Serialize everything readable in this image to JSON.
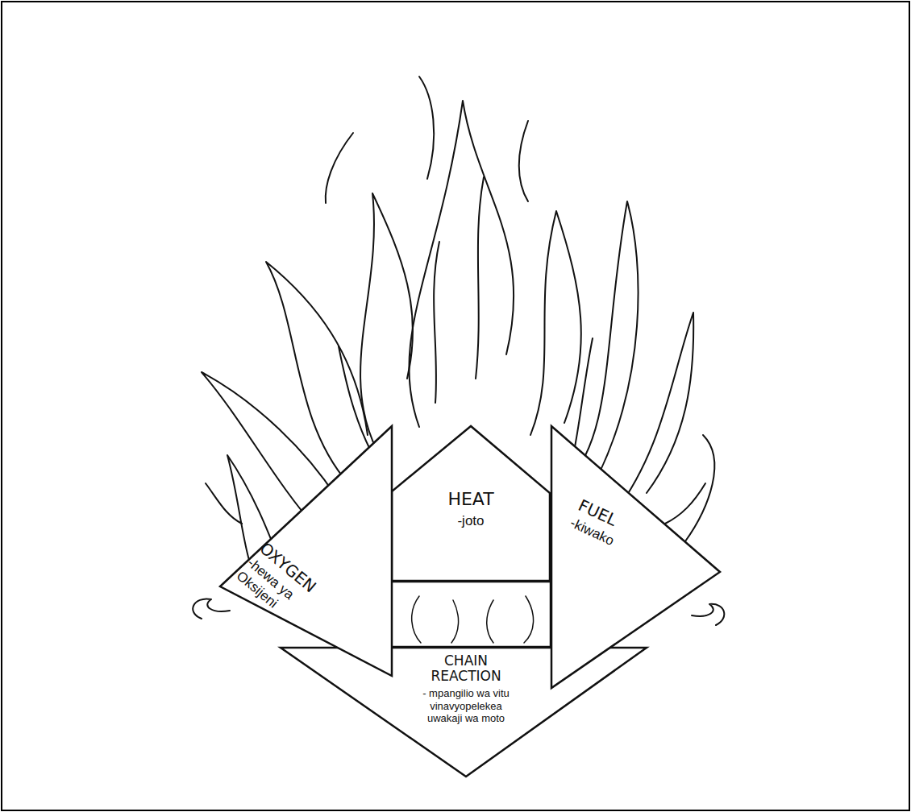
{
  "diagram": {
    "nodes": [
      {
        "text": [
          "HEAT",
          "-joto"
        ]
      },
      {
        "text": [
          "OXYGEN",
          "-hewa ya Oksijeni"
        ]
      },
      {
        "text": [
          "FUEL",
          "-kiwako"
        ]
      },
      {
        "text": [
          "CHAIN REACTION",
          "- mpangilio wa vitu vinavyopelekea uwakaji wa moto"
        ]
      }
    ]
  }
}
